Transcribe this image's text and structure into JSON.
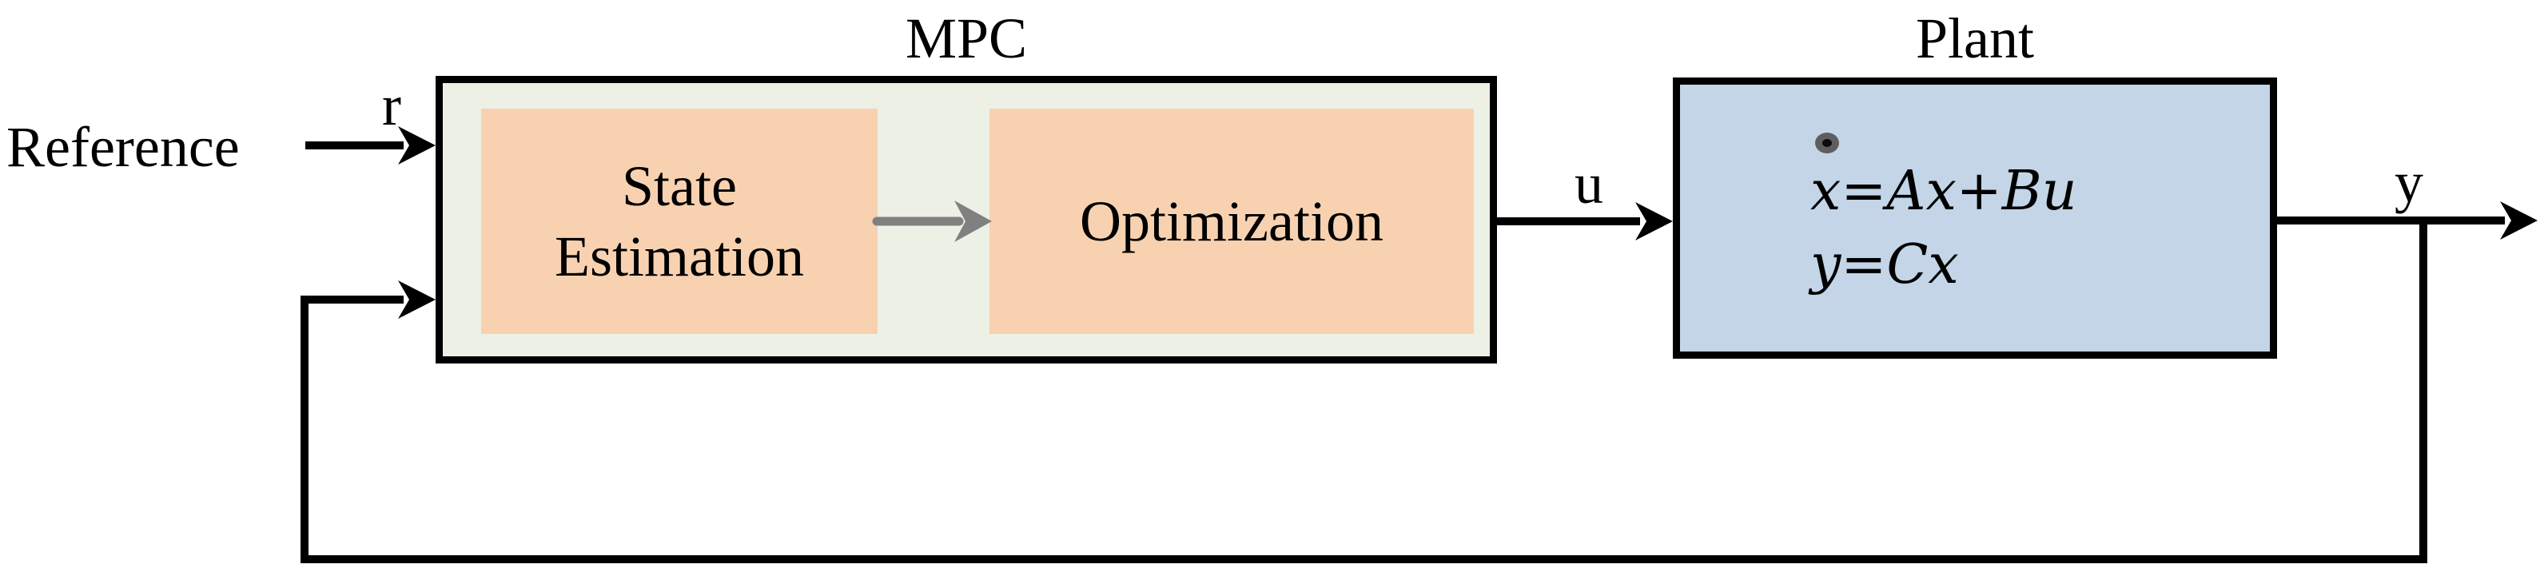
{
  "diagram": {
    "type": "control-block-diagram",
    "signals": {
      "reference": "Reference",
      "r": "r",
      "u": "u",
      "y": "y"
    },
    "mpc": {
      "title": "MPC",
      "state_estimation_line1": "State",
      "state_estimation_line2": "Estimation",
      "optimization": "Optimization"
    },
    "plant": {
      "title": "Plant",
      "equation_state_variable": "x",
      "equation_state_rest": "=Ax+Bu",
      "equation_output": "y=Cx"
    },
    "colors": {
      "mpc_fill": "#edf0e4",
      "module_fill": "#f8d2b0",
      "plant_fill": "#c3d5e7",
      "line": "#000000",
      "internal_arrow": "#808080"
    }
  }
}
